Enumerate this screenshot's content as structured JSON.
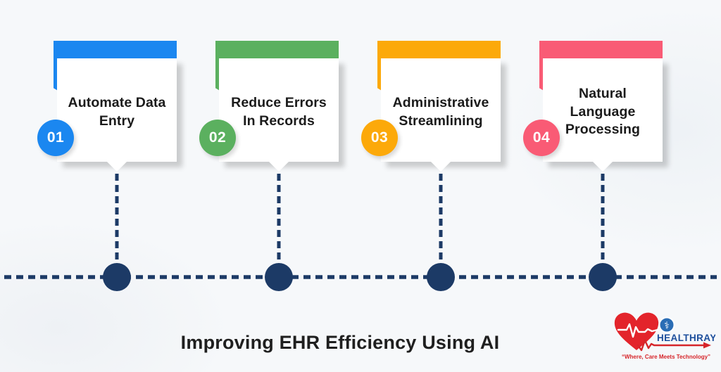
{
  "title": {
    "text": "Improving EHR Efficiency Using AI"
  },
  "cards": [
    {
      "number": "01",
      "label": "Automate Data Entry",
      "accent_color": "#1b87f0"
    },
    {
      "number": "02",
      "label": "Reduce Errors In Records",
      "accent_color": "#5bb05f"
    },
    {
      "number": "03",
      "label": "Administrative Streamlining",
      "accent_color": "#fca90a"
    },
    {
      "number": "04",
      "label": "Natural Language Processing",
      "accent_color": "#f95b75"
    }
  ],
  "timeline": {
    "color": "#1c3a66"
  },
  "logo": {
    "brand": "HEALTHRAY",
    "tagline": "“Where, Care Meets Technology”",
    "brand_color": "#1d4f9c",
    "heart_color": "#e3242b",
    "accent_red": "#d6252a",
    "badge_blue": "#2a6db5",
    "caduceus_glyph": "⚕"
  }
}
